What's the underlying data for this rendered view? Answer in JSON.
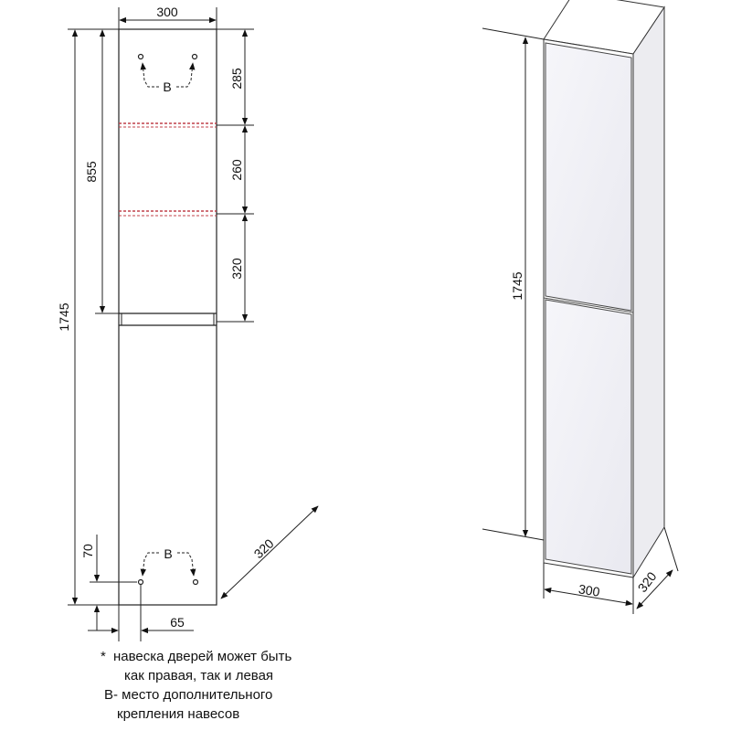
{
  "front_view": {
    "width_label": "300",
    "total_height_label": "1745",
    "upper_height_label": "855",
    "shelf_dims": [
      "285",
      "260",
      "320"
    ],
    "bottom_offset_label": "70",
    "hole_offset_label": "65",
    "depth_label": "320",
    "mount_marker_top": "B",
    "mount_marker_bottom": "B"
  },
  "iso_view": {
    "height_label": "1745",
    "width_label": "300",
    "depth_label": "320"
  },
  "notes": {
    "asterisk": "*",
    "line1": "навеска дверей может быть",
    "line2": "как правая, так и левая",
    "line3": "B- место дополнительного",
    "line4": "крепления навесов"
  }
}
